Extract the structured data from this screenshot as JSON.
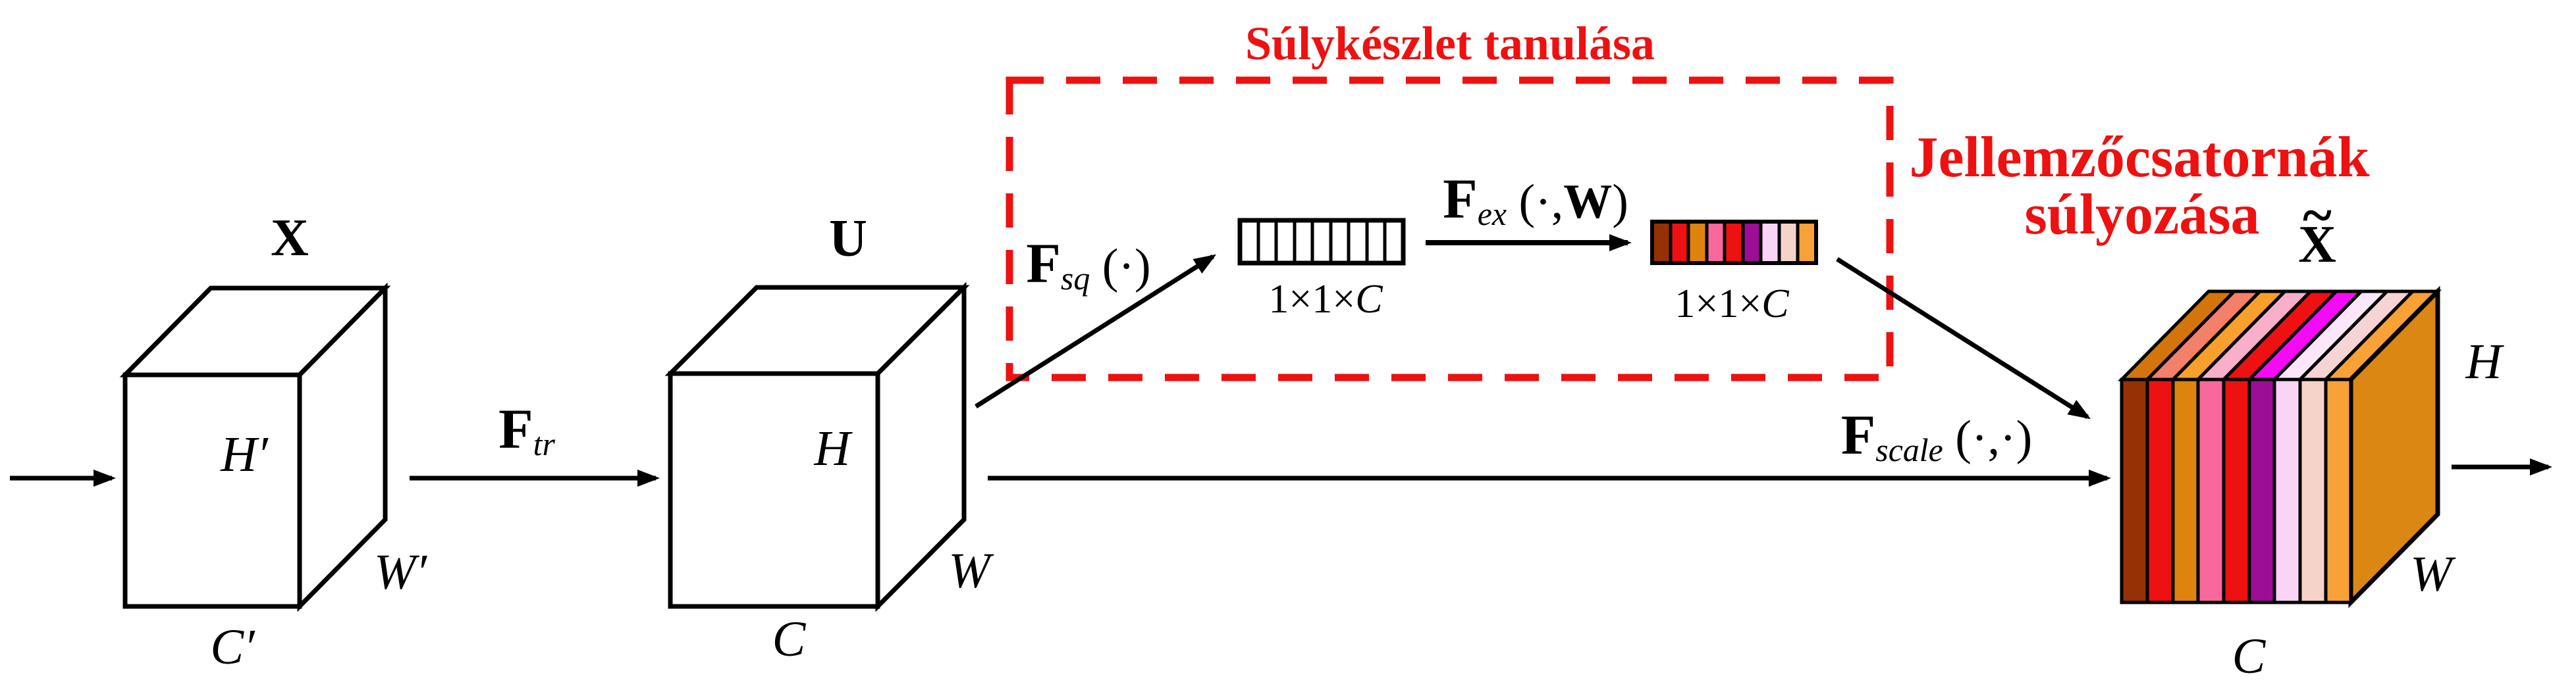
{
  "colors": {
    "accent_red": "#ee1111",
    "line_ink": "#000000",
    "plain_face": "#ffffff",
    "side_face": "#db8713",
    "channel_colors": [
      "#963106",
      "#ee1111",
      "#dd830e",
      "#f8689c",
      "#ee1111",
      "#9c0e96",
      "#fad4f6",
      "#f6d3c9",
      "#f7a137"
    ],
    "top_face_colors": [
      "#d4750c",
      "#f4806a",
      "#f7a02b",
      "#f9afc9",
      "#ee1111",
      "#f609f6",
      "#fce6fa",
      "#f7d4d4",
      "#f7a137"
    ]
  },
  "annotations": {
    "weight_learning": "Súlykészlet tanulása",
    "channel_weighting_line1": "Jellemzőcsatornák",
    "channel_weighting_line2": "súlyozása"
  },
  "tensors": {
    "input": {
      "name": "X",
      "height": "H′",
      "width": "W′",
      "channels": "C′"
    },
    "features": {
      "name": "U",
      "height": "H",
      "width": "W",
      "channels": "C"
    },
    "output": {
      "name": "X",
      "tilde": "~",
      "height": "H",
      "width": "W",
      "channels": "C"
    }
  },
  "vectors": {
    "squeezed": {
      "label_prefix": "1×1×",
      "label_c": "C"
    },
    "excitation": {
      "label_prefix": "1×1×",
      "label_c": "C"
    }
  },
  "operations": {
    "ftr": {
      "f": "F",
      "sub": "tr",
      "args1": "",
      "bold_arg": "",
      "args2": ""
    },
    "fsq": {
      "f": "F",
      "sub": "sq",
      "args1": " (·)",
      "bold_arg": "",
      "args2": ""
    },
    "fex": {
      "f": "F",
      "sub": "ex",
      "args1": " (·,",
      "bold_arg": "W",
      "args2": ")"
    },
    "fscale": {
      "f": "F",
      "sub": "scale",
      "args1": " (·,·)",
      "bold_arg": "",
      "args2": ""
    }
  }
}
